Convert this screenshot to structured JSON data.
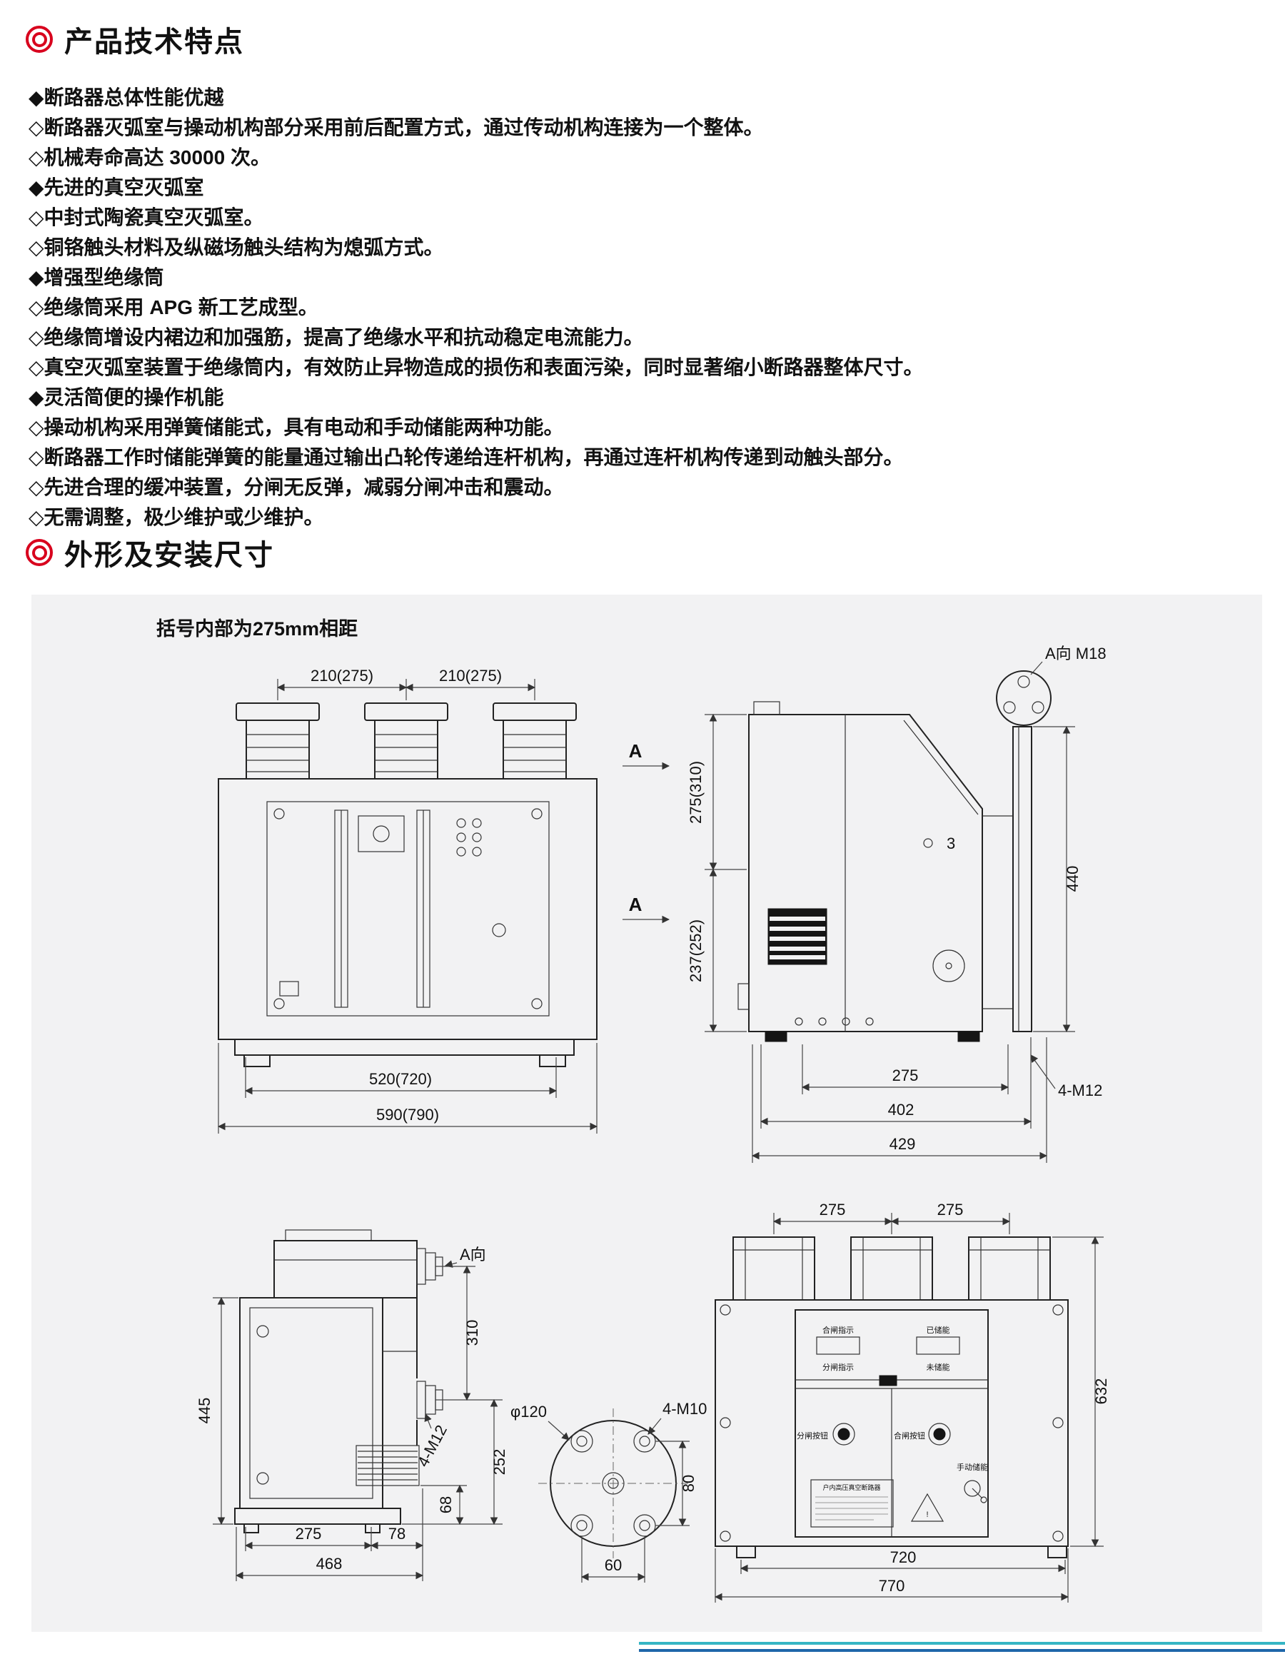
{
  "colors": {
    "accent_red": "#d8001d",
    "panel_gray": "#f2f2f3",
    "footer_teal": "#35b5c4",
    "footer_blue": "#1e66a9"
  },
  "sections": {
    "features_title": "产品技术特点",
    "dimensions_title": "外形及安装尺寸"
  },
  "features": [
    "◆断路器总体性能优越",
    "◇断路器灭弧室与操动机构部分采用前后配置方式，通过传动机构连接为一个整体。",
    "◇机械寿命高达 30000 次。",
    "◆先进的真空灭弧室",
    "◇中封式陶瓷真空灭弧室。",
    "◇铜铬触头材料及纵磁场触头结构为熄弧方式。",
    "◆增强型绝缘筒",
    "◇绝缘筒采用 APG 新工艺成型。",
    "◇绝缘筒增设内裙边和加强筋，提高了绝缘水平和抗动稳定电流能力。",
    "◇真空灭弧室装置于绝缘筒内，有效防止异物造成的损伤和表面污染，同时显著缩小断路器整体尺寸。",
    "◆灵活简便的操作机能",
    "◇操动机构采用弹簧储能式，具有电动和手动储能两种功能。",
    "◇断路器工作时储能弹簧的能量通过输出凸轮传递给连杆机构，再通过连杆机构传递到动触头部分。",
    "◇先进合理的缓冲装置，分闸无反弹，减弱分闸冲击和震动。",
    "◇无需调整，极少维护或少维护。"
  ],
  "drawings": {
    "note": "括号内部为275mm相距",
    "front_view": {
      "dim_pitch_left": "210(275)",
      "dim_pitch_right": "210(275)",
      "dim_width_inner": "520(720)",
      "dim_width_outer": "590(790)"
    },
    "side_view": {
      "section_a_top": "A",
      "section_a_bottom": "A",
      "detail_label": "A向 M18",
      "dim_upper": "275(310)",
      "dim_lower": "237(252)",
      "dim_plate": "440",
      "hole_label": "3",
      "dim_275": "275",
      "dim_402": "402",
      "dim_429": "429",
      "bolt_label": "4-M12"
    },
    "left_view": {
      "view_label": "A向",
      "dim_height": "445",
      "dim_310": "310",
      "bolt_label": "4-M12",
      "dim_252": "252",
      "dim_68": "68",
      "dim_275": "275",
      "dim_78": "78",
      "dim_468": "468"
    },
    "flange_detail": {
      "dia_label": "φ120",
      "bolt_label": "4-M10",
      "dim_80": "80",
      "dim_60": "60"
    },
    "rear_view": {
      "dim_pitch_left": "275",
      "dim_pitch_right": "275",
      "dim_height": "632",
      "dim_width_inner": "720",
      "dim_width_outer": "770",
      "panel": {
        "closed_indicator": "合闸指示",
        "charged_indicator": "已储能",
        "open_indicator": "分闸指示",
        "discharged_indicator": "未储能",
        "open_button": "分闸按钮",
        "close_button": "合闸按钮",
        "manual_charge": "手动储能",
        "nameplate_title": "户内高压真空断路器",
        "warning_mark": "!"
      }
    }
  }
}
